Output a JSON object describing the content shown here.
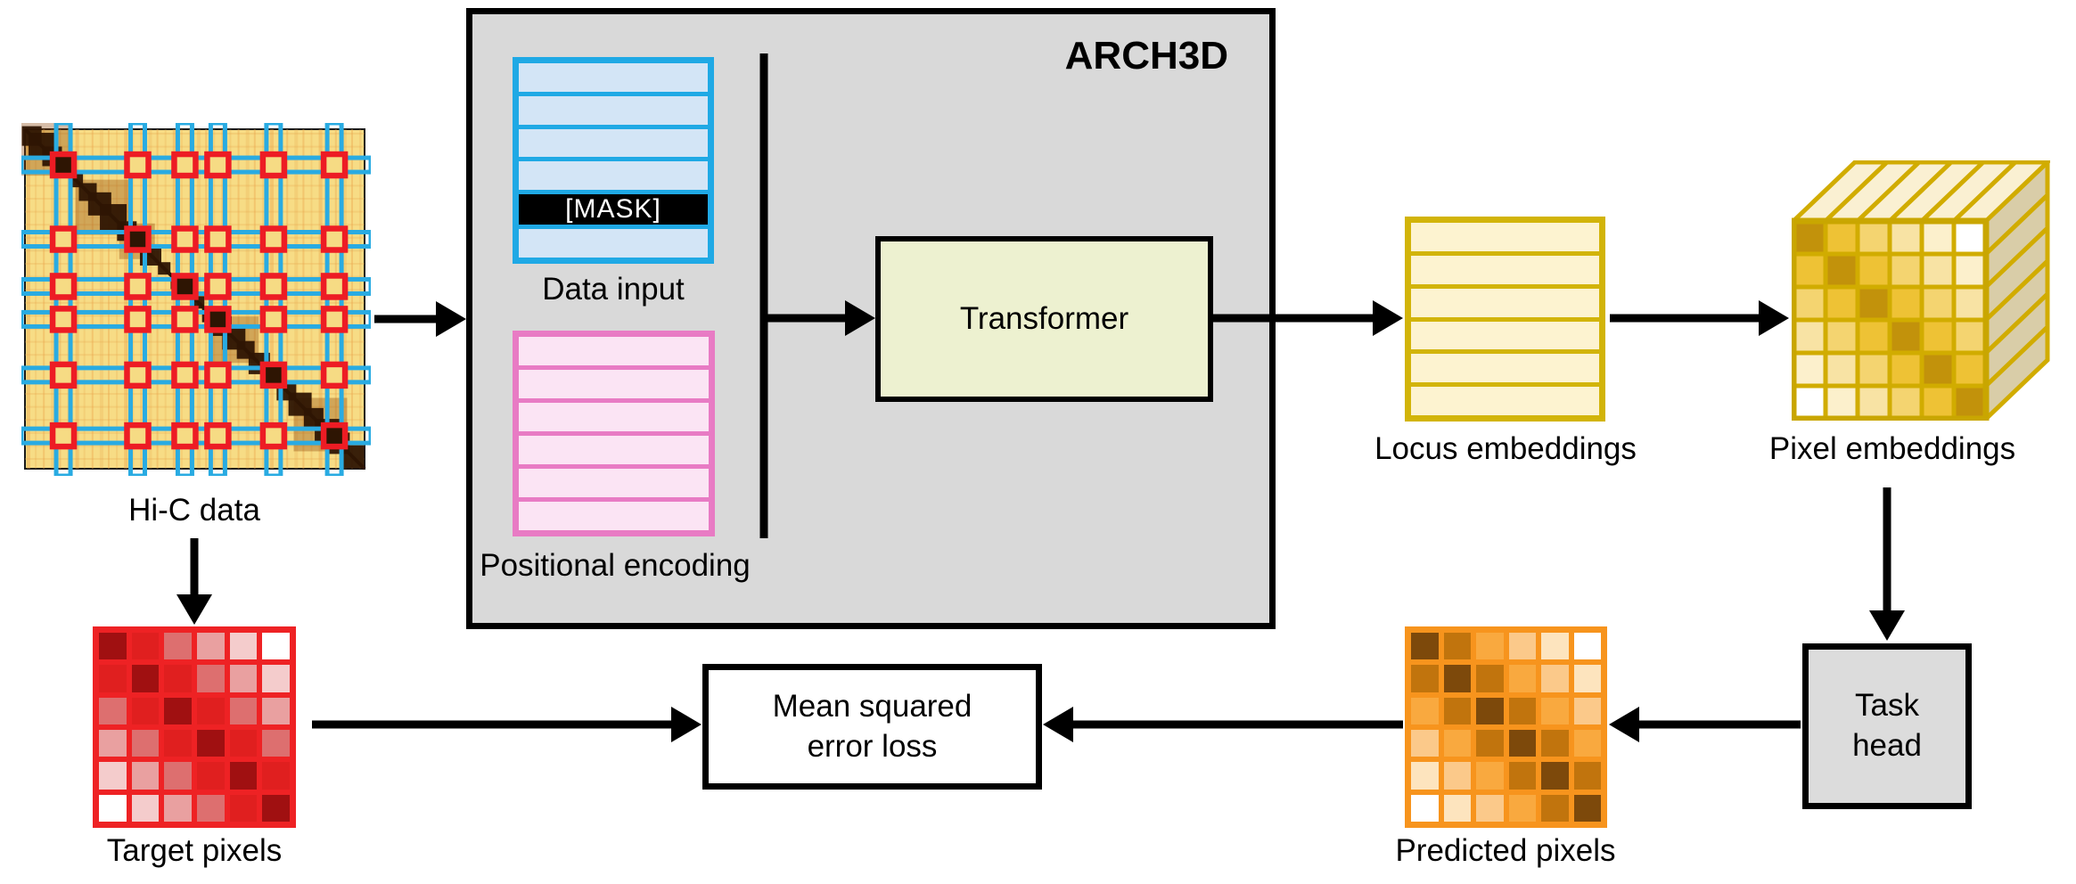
{
  "arch3d": {
    "label": "ARCH3D",
    "bg": "#D9D9D9"
  },
  "hic": {
    "label": "Hi-C data",
    "base_color": "#F7DC85",
    "texture_color": "#E9A24A",
    "diagonal_color": "#2E1503",
    "block_color": "#8A4206",
    "stripe_color": "#29ABE2",
    "marker_color": "#ED1C24",
    "marker_fill": "#F6DB84",
    "stripe_fractions": [
      0.113,
      0.332,
      0.471,
      0.568,
      0.732,
      0.911
    ]
  },
  "data_input": {
    "label": "Data input",
    "rows": 6,
    "mask_row_index": 4,
    "mask_label": "[MASK]",
    "border_color": "#1FA9E5",
    "row_color": "#D3E5F6",
    "mask_bg": "#000000",
    "mask_text_color": "#FFFFFF"
  },
  "positional_encoding": {
    "label": "Positional encoding",
    "rows": 6,
    "border_color": "#E87BC4",
    "row_color": "#FBE4F4"
  },
  "transformer": {
    "label": "Transformer",
    "bg": "#EDF1D0"
  },
  "locus_embeddings": {
    "label": "Locus embeddings",
    "rows": 6,
    "border_color": "#D2B409",
    "row_color": "#FDF3D0"
  },
  "pixel_embeddings": {
    "label": "Pixel embeddings",
    "grid_size": 6,
    "edge_color": "#D1AC00",
    "outer_edge_color": "#C9A600",
    "top_face_color": "#FAF0D2",
    "side_face_color": "#D9CDA8",
    "palette_by_diag_distance": [
      "#C2920B",
      "#EEC235",
      "#F4D470",
      "#F8E3A4",
      "#FCF0CC",
      "#FFFFFF"
    ]
  },
  "task_head": {
    "line1": "Task",
    "line2": "head",
    "bg": "#DCDCDC"
  },
  "predicted_pixels": {
    "label": "Predicted pixels",
    "grid_size": 6,
    "border_color": "#F7941D",
    "palette_by_diag_distance": [
      "#7D490B",
      "#C1740D",
      "#F9A93F",
      "#FBC98A",
      "#FDE4BE",
      "#FFFFFF"
    ]
  },
  "mse": {
    "line1": "Mean squared",
    "line2": "error loss"
  },
  "target_pixels": {
    "label": "Target pixels",
    "grid_size": 6,
    "border_color": "#EE2224",
    "palette_by_diag_distance": [
      "#A01011",
      "#E01F1F",
      "#DD6F6F",
      "#E9A0A0",
      "#F4CCCC",
      "#FFFFFF"
    ]
  },
  "edges": [
    {
      "from": "hic",
      "to": "arch3d-inputs"
    },
    {
      "from": "hic",
      "to": "target-pixels"
    },
    {
      "from": "combined-inputs",
      "to": "transformer"
    },
    {
      "from": "transformer",
      "to": "locus-embeddings"
    },
    {
      "from": "locus-embeddings",
      "to": "pixel-embeddings"
    },
    {
      "from": "pixel-embeddings",
      "to": "task-head"
    },
    {
      "from": "task-head",
      "to": "predicted-pixels"
    },
    {
      "from": "predicted-pixels",
      "to": "mse-loss"
    },
    {
      "from": "target-pixels",
      "to": "mse-loss"
    }
  ]
}
